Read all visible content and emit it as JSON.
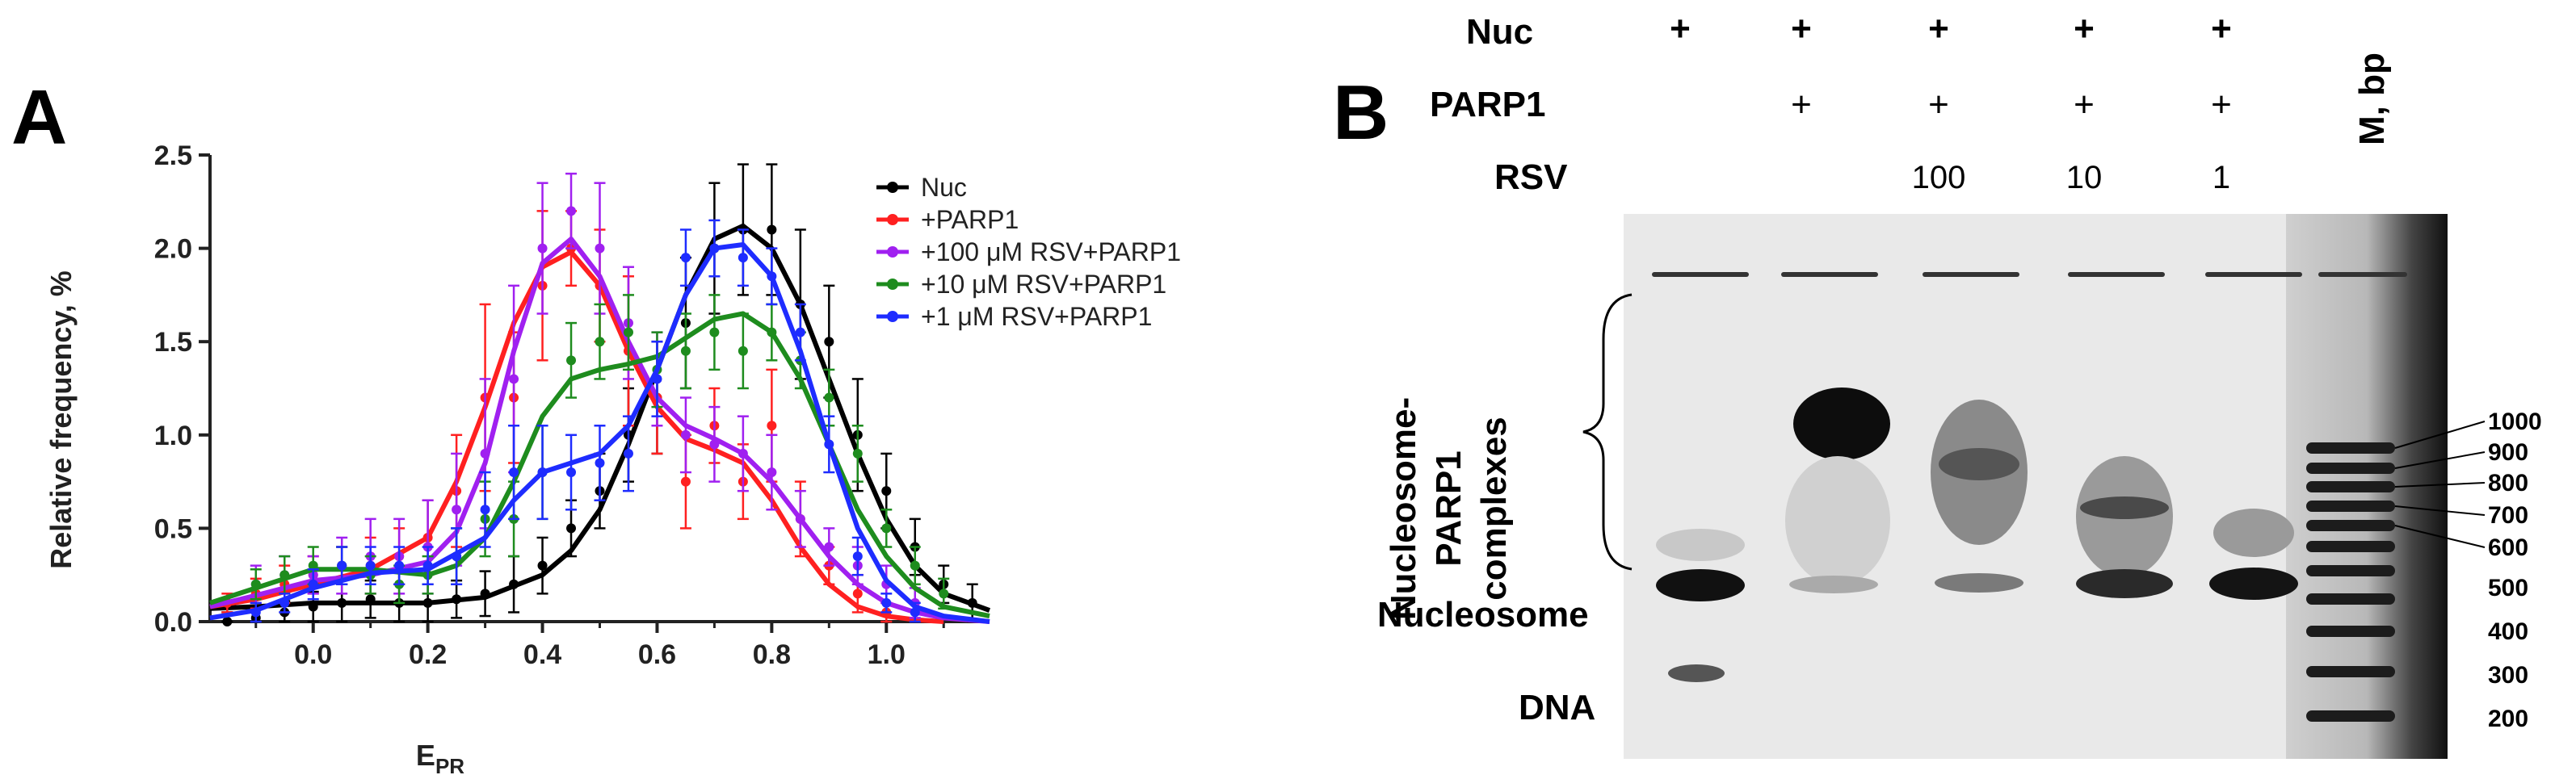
{
  "panel_a_label": "A",
  "panel_b_label": "B",
  "chart_data": {
    "type": "line",
    "xlabel": "E",
    "xlabel_sub": "PR",
    "ylabel": "Relative frequency, %",
    "xlim": [
      -0.18,
      1.18
    ],
    "ylim": [
      0,
      2.5
    ],
    "xticks": [
      0.0,
      0.2,
      0.4,
      0.6,
      0.8,
      1.0
    ],
    "xtick_labels": [
      "0.0",
      "0.2",
      "0.4",
      "0.6",
      "0.8",
      "1.0"
    ],
    "yticks": [
      0.0,
      0.5,
      1.0,
      1.5,
      2.0,
      2.5
    ],
    "ytick_labels": [
      "0.0",
      "0.5",
      "1.0",
      "1.5",
      "2.0",
      "2.5"
    ],
    "legend_position": "top-right",
    "series": [
      {
        "name": "Nuc",
        "color": "#000000",
        "x": [
          -0.15,
          -0.1,
          -0.05,
          0.0,
          0.05,
          0.1,
          0.15,
          0.2,
          0.25,
          0.3,
          0.35,
          0.4,
          0.45,
          0.5,
          0.55,
          0.6,
          0.65,
          0.7,
          0.75,
          0.8,
          0.85,
          0.9,
          0.95,
          1.0,
          1.05,
          1.1,
          1.15
        ],
        "y": [
          0.0,
          0.02,
          0.05,
          0.08,
          0.1,
          0.12,
          0.1,
          0.1,
          0.12,
          0.15,
          0.2,
          0.3,
          0.5,
          0.7,
          1.0,
          1.2,
          1.6,
          2.0,
          2.1,
          2.1,
          1.7,
          1.5,
          1.0,
          0.7,
          0.4,
          0.2,
          0.1
        ],
        "err": [
          0.05,
          0.05,
          0.06,
          0.08,
          0.1,
          0.1,
          0.1,
          0.1,
          0.1,
          0.12,
          0.15,
          0.15,
          0.15,
          0.2,
          0.25,
          0.3,
          0.35,
          0.35,
          0.35,
          0.35,
          0.4,
          0.3,
          0.3,
          0.2,
          0.15,
          0.1,
          0.1
        ],
        "fit_x": [
          -0.18,
          -0.1,
          0.0,
          0.1,
          0.2,
          0.3,
          0.4,
          0.45,
          0.5,
          0.55,
          0.6,
          0.65,
          0.7,
          0.75,
          0.8,
          0.85,
          0.9,
          0.95,
          1.0,
          1.05,
          1.1,
          1.18
        ],
        "fit_y": [
          0.07,
          0.08,
          0.1,
          0.1,
          0.1,
          0.13,
          0.25,
          0.38,
          0.6,
          0.95,
          1.35,
          1.75,
          2.05,
          2.12,
          2.0,
          1.7,
          1.3,
          0.9,
          0.55,
          0.3,
          0.15,
          0.06
        ]
      },
      {
        "name": "+PARP1",
        "color": "#ff2020",
        "x": [
          -0.15,
          -0.1,
          -0.05,
          0.0,
          0.05,
          0.1,
          0.15,
          0.2,
          0.25,
          0.3,
          0.35,
          0.4,
          0.45,
          0.5,
          0.55,
          0.6,
          0.65,
          0.7,
          0.75,
          0.8,
          0.85,
          0.9,
          0.95,
          1.0
        ],
        "y": [
          0.1,
          0.15,
          0.2,
          0.25,
          0.3,
          0.3,
          0.35,
          0.45,
          0.7,
          1.2,
          1.2,
          1.8,
          2.0,
          1.8,
          1.45,
          1.2,
          0.75,
          1.05,
          0.75,
          1.05,
          0.55,
          0.3,
          0.15,
          0.05
        ],
        "err": [
          0.05,
          0.08,
          0.1,
          0.1,
          0.1,
          0.15,
          0.15,
          0.2,
          0.3,
          0.5,
          0.35,
          0.4,
          0.2,
          0.3,
          0.4,
          0.3,
          0.25,
          0.2,
          0.2,
          0.3,
          0.2,
          0.1,
          0.1,
          0.05
        ],
        "fit_x": [
          -0.18,
          -0.1,
          0.0,
          0.1,
          0.2,
          0.25,
          0.3,
          0.35,
          0.4,
          0.45,
          0.5,
          0.55,
          0.6,
          0.65,
          0.7,
          0.75,
          0.8,
          0.85,
          0.9,
          0.95,
          1.0,
          1.05,
          1.1
        ],
        "fit_y": [
          0.08,
          0.12,
          0.2,
          0.28,
          0.45,
          0.75,
          1.15,
          1.6,
          1.9,
          1.98,
          1.8,
          1.45,
          1.15,
          0.98,
          0.92,
          0.85,
          0.65,
          0.4,
          0.2,
          0.08,
          0.03,
          0.01,
          0.0
        ]
      },
      {
        "name": "+100 μM RSV+PARP1",
        "color": "#a020f0",
        "x": [
          -0.1,
          -0.05,
          0.0,
          0.05,
          0.1,
          0.15,
          0.2,
          0.25,
          0.3,
          0.35,
          0.4,
          0.45,
          0.5,
          0.55,
          0.6,
          0.65,
          0.7,
          0.75,
          0.8,
          0.85,
          0.9,
          0.95,
          1.0,
          1.05
        ],
        "y": [
          0.2,
          0.25,
          0.25,
          0.3,
          0.35,
          0.35,
          0.4,
          0.6,
          0.9,
          1.3,
          2.0,
          2.2,
          2.0,
          1.6,
          1.3,
          1.0,
          0.95,
          0.9,
          0.8,
          0.55,
          0.4,
          0.3,
          0.2,
          0.1
        ],
        "err": [
          0.1,
          0.1,
          0.1,
          0.15,
          0.2,
          0.2,
          0.25,
          0.3,
          0.4,
          0.5,
          0.35,
          0.2,
          0.35,
          0.3,
          0.25,
          0.2,
          0.2,
          0.2,
          0.2,
          0.15,
          0.1,
          0.1,
          0.1,
          0.08
        ],
        "fit_x": [
          -0.18,
          -0.1,
          0.0,
          0.1,
          0.2,
          0.25,
          0.3,
          0.35,
          0.4,
          0.45,
          0.5,
          0.55,
          0.6,
          0.65,
          0.7,
          0.75,
          0.8,
          0.85,
          0.9,
          0.95,
          1.0,
          1.05,
          1.1,
          1.18
        ],
        "fit_y": [
          0.08,
          0.14,
          0.22,
          0.25,
          0.32,
          0.48,
          0.85,
          1.45,
          1.92,
          2.05,
          1.85,
          1.5,
          1.2,
          1.05,
          0.98,
          0.9,
          0.75,
          0.55,
          0.35,
          0.2,
          0.1,
          0.05,
          0.02,
          0.0
        ]
      },
      {
        "name": "+10 μM RSV+PARP1",
        "color": "#1e8c1e",
        "x": [
          -0.1,
          -0.05,
          0.0,
          0.05,
          0.1,
          0.15,
          0.2,
          0.25,
          0.3,
          0.35,
          0.4,
          0.45,
          0.5,
          0.55,
          0.6,
          0.65,
          0.7,
          0.75,
          0.8,
          0.85,
          0.9,
          0.95,
          1.0,
          1.05,
          1.1
        ],
        "y": [
          0.2,
          0.25,
          0.3,
          0.3,
          0.25,
          0.2,
          0.25,
          0.35,
          0.55,
          0.55,
          0.8,
          1.4,
          1.5,
          1.55,
          1.35,
          1.45,
          1.55,
          1.45,
          1.55,
          1.4,
          1.2,
          0.9,
          0.5,
          0.3,
          0.15
        ],
        "err": [
          0.08,
          0.1,
          0.1,
          0.1,
          0.1,
          0.1,
          0.1,
          0.15,
          0.2,
          0.2,
          0.25,
          0.2,
          0.2,
          0.2,
          0.2,
          0.2,
          0.2,
          0.2,
          0.15,
          0.15,
          0.15,
          0.15,
          0.1,
          0.1,
          0.08
        ],
        "fit_x": [
          -0.18,
          -0.1,
          0.0,
          0.1,
          0.2,
          0.25,
          0.3,
          0.35,
          0.4,
          0.45,
          0.5,
          0.55,
          0.6,
          0.65,
          0.7,
          0.75,
          0.8,
          0.85,
          0.9,
          0.95,
          1.0,
          1.05,
          1.1,
          1.18
        ],
        "fit_y": [
          0.1,
          0.18,
          0.28,
          0.28,
          0.25,
          0.3,
          0.45,
          0.75,
          1.1,
          1.3,
          1.35,
          1.38,
          1.42,
          1.52,
          1.62,
          1.65,
          1.55,
          1.3,
          0.95,
          0.6,
          0.35,
          0.18,
          0.08,
          0.03
        ]
      },
      {
        "name": "+1 μM RSV+PARP1",
        "color": "#1e2cff",
        "x": [
          -0.1,
          -0.05,
          0.0,
          0.05,
          0.1,
          0.15,
          0.2,
          0.25,
          0.3,
          0.35,
          0.4,
          0.45,
          0.5,
          0.55,
          0.6,
          0.65,
          0.7,
          0.75,
          0.8,
          0.85,
          0.9,
          0.95,
          1.0,
          1.05
        ],
        "y": [
          0.05,
          0.1,
          0.2,
          0.3,
          0.3,
          0.3,
          0.3,
          0.35,
          0.6,
          0.8,
          0.8,
          0.8,
          0.85,
          0.9,
          1.3,
          1.95,
          2.0,
          1.95,
          1.85,
          1.55,
          0.95,
          0.35,
          0.1,
          0.05
        ],
        "err": [
          0.05,
          0.05,
          0.08,
          0.1,
          0.1,
          0.1,
          0.1,
          0.15,
          0.2,
          0.25,
          0.25,
          0.2,
          0.2,
          0.2,
          0.2,
          0.15,
          0.15,
          0.15,
          0.15,
          0.15,
          0.15,
          0.1,
          0.05,
          0.05
        ],
        "fit_x": [
          -0.18,
          -0.1,
          0.0,
          0.1,
          0.2,
          0.3,
          0.35,
          0.4,
          0.45,
          0.5,
          0.55,
          0.6,
          0.65,
          0.7,
          0.75,
          0.8,
          0.85,
          0.9,
          0.95,
          1.0,
          1.05,
          1.1,
          1.18
        ],
        "fit_y": [
          0.02,
          0.06,
          0.18,
          0.26,
          0.28,
          0.45,
          0.65,
          0.8,
          0.85,
          0.9,
          1.05,
          1.35,
          1.75,
          2.0,
          2.02,
          1.85,
          1.45,
          0.95,
          0.5,
          0.22,
          0.08,
          0.03,
          0.0
        ]
      }
    ]
  },
  "gel": {
    "row_labels": {
      "nuc": "Nuc",
      "parp1": "PARP1",
      "rsv": "RSV"
    },
    "lane_marks": {
      "nuc": [
        "+",
        "+",
        "+",
        "+",
        "+"
      ],
      "parp1": [
        "",
        "+",
        "+",
        "+",
        "+"
      ],
      "rsv": [
        "",
        "",
        "100",
        "10",
        "1"
      ]
    },
    "marker_label": "M, bp",
    "complex_label_line1": "Nucleosome-",
    "complex_label_line2": "PARP1",
    "complex_label_line3": "complexes",
    "nucleosome_label": "Nucleosome",
    "dna_label": "DNA",
    "bp_markers": [
      "1000",
      "900",
      "800",
      "700",
      "600",
      "500",
      "400",
      "300",
      "200"
    ]
  }
}
